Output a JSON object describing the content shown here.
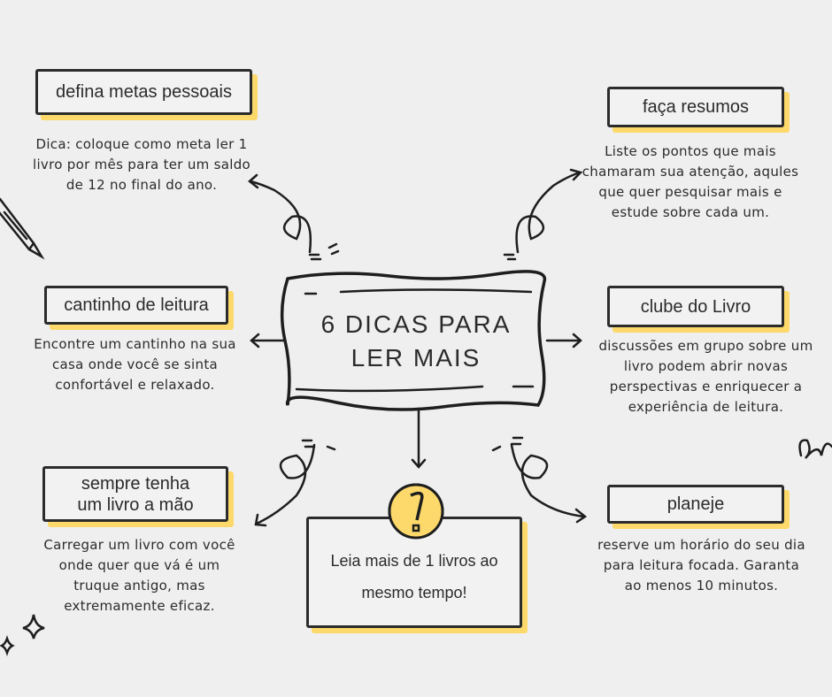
{
  "title": {
    "line1": "6 DICAS PARA",
    "line2": "LER MAIS"
  },
  "tips": [
    {
      "heading": "defina metas pessoais",
      "text": "Dica: coloque como meta ler 1 livro por mês para ter um saldo de 12 no final do ano."
    },
    {
      "heading": "faça resumos",
      "text": "Liste os pontos que mais chamaram sua atenção, aqules que quer pesquisar mais e estude sobre cada um."
    },
    {
      "heading": "cantinho de leitura",
      "text": "Encontre um cantinho na sua casa onde você se sinta confortável e relaxado."
    },
    {
      "heading": "clube do Livro",
      "text": "discussões em grupo sobre um livro podem abrir novas perspectivas e enriquecer a experiência de leitura."
    },
    {
      "heading_line1": "sempre tenha",
      "heading_line2": "um livro a mão",
      "text": "Carregar um livro com você onde quer que vá é um truque antigo, mas extremamente eficaz."
    },
    {
      "heading": "planeje",
      "text": "reserve um horário do seu dia para leitura focada. Garanta ao menos 10 minutos."
    }
  ],
  "center_tip": {
    "line1": "Leia mais de 1 livros ao",
    "line2": "mesmo tempo!"
  },
  "colors": {
    "background": "#efefef",
    "accent": "#fcd96a",
    "ink": "#2b2b2b"
  }
}
